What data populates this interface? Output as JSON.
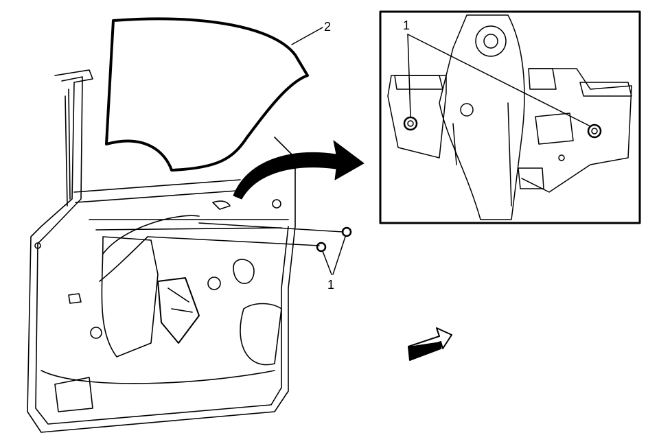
{
  "callouts": {
    "window_glass": "2",
    "nuts_main": "1",
    "nuts_inset": "1"
  },
  "colors": {
    "line": "#000000",
    "background": "#ffffff"
  }
}
